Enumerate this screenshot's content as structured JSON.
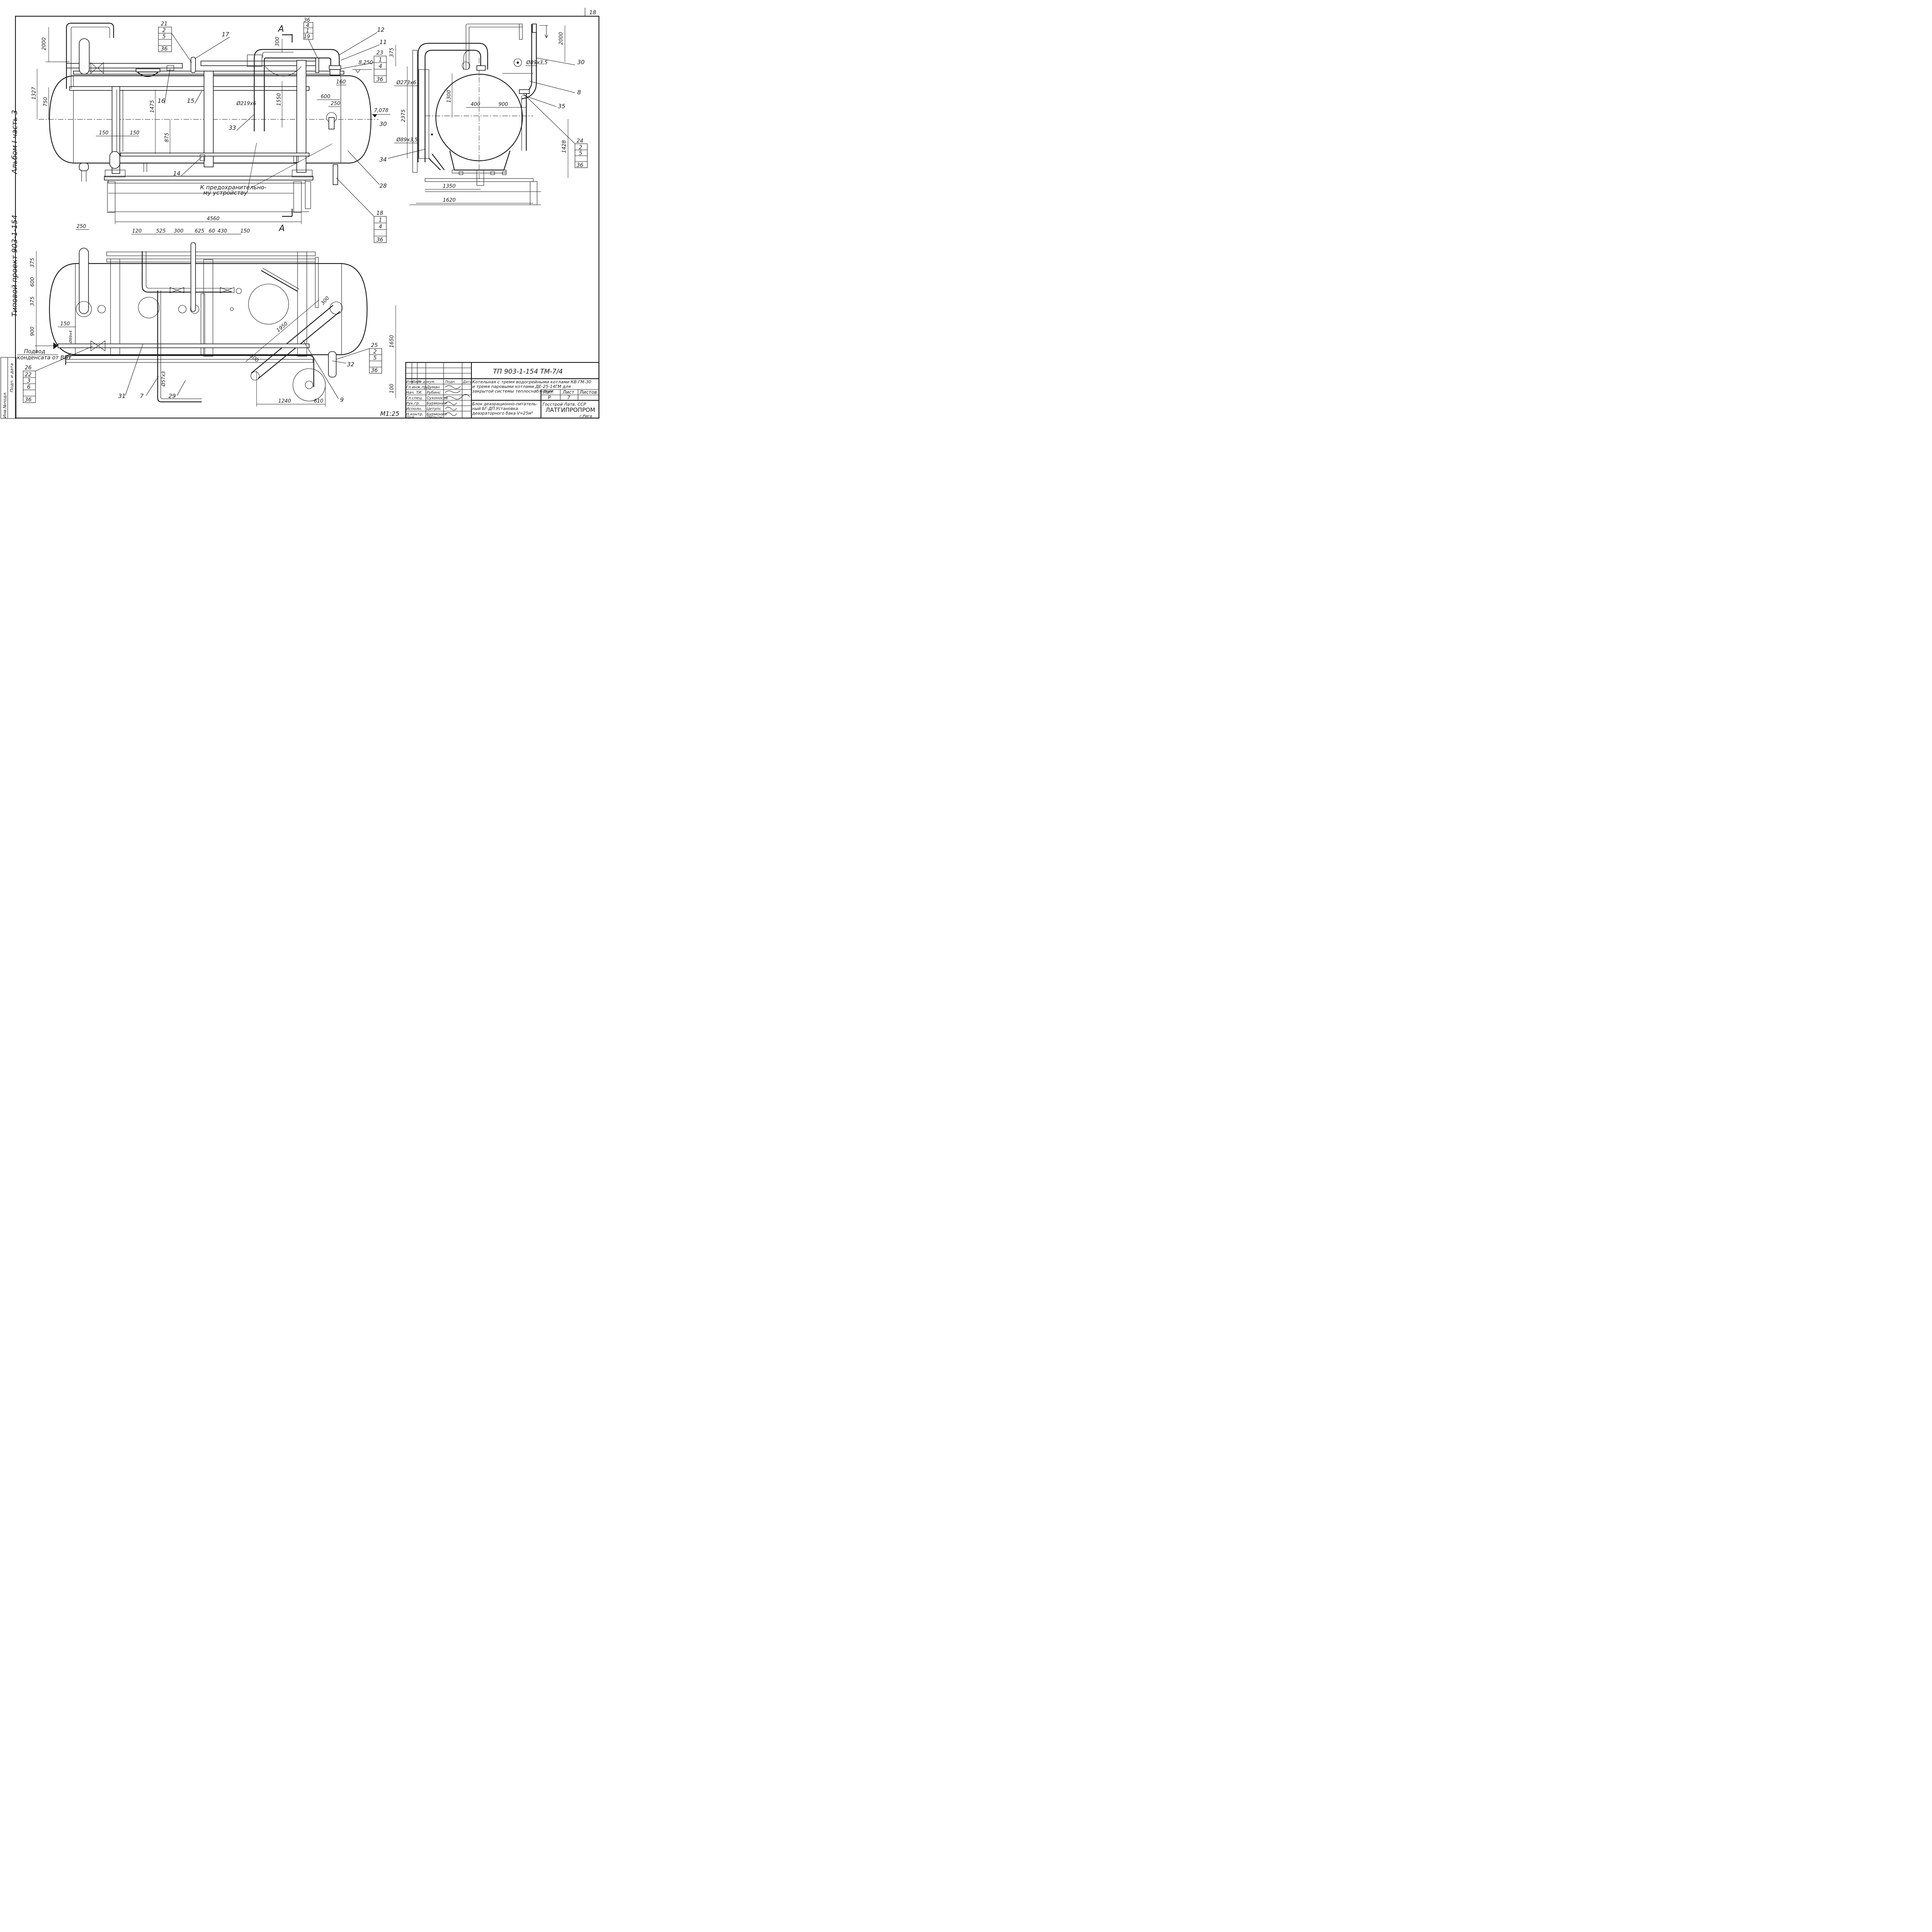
{
  "sheet": {
    "page_number": "18",
    "scale": "M1:25"
  },
  "side_strip": {
    "album": "Альбом I часть 3",
    "project": "Типовой проект 903-1-154"
  },
  "bottom_strip": {
    "items": [
      "Инв.№подл.",
      "Подп. и дата"
    ]
  },
  "front_view": {
    "section_letter_top": "A",
    "section_letter_bottom": "A",
    "callouts": {
      "c21": [
        "21",
        "2",
        "5",
        "36"
      ],
      "c36": [
        "36",
        "4",
        "1",
        "19"
      ],
      "c23": [
        "23",
        "1",
        "4",
        "36"
      ],
      "c18": [
        "18",
        "1",
        "4",
        "36"
      ],
      "n17": "17",
      "n16": "16",
      "n15": "15",
      "n14": "14",
      "n33": "33",
      "n28": "28",
      "n12": "12",
      "n11": "11",
      "n30": "30"
    },
    "dims": {
      "d2000": "2000",
      "d1327": "1327",
      "d750": "750",
      "d1475": "1475",
      "d875": "875",
      "d150a": "150",
      "d150b": "150",
      "d300": "300",
      "d1550": "1550",
      "d600": "600",
      "d250": "250",
      "d160": "160",
      "d4560": "4560",
      "pipe219": "Ø219x6"
    },
    "levels": {
      "l8250": "8,250",
      "l7078": "7,078"
    },
    "note": "К предохранительно-\nму устройству"
  },
  "side_view": {
    "dims": {
      "d375": "375",
      "d2375": "2375",
      "d2000": "2000",
      "d1300": "1300",
      "d400": "400",
      "d900": "900",
      "d1428": "1428",
      "d1350": "1350",
      "d1620": "1620",
      "p273": "Ø273x6",
      "p89a": "Ø89x3,5",
      "p89b": "Ø89x3,5"
    },
    "callouts": {
      "n30": "30",
      "n8": "8",
      "n35": "35",
      "n34": "34",
      "c24": [
        "24",
        "2",
        "5",
        "36"
      ]
    }
  },
  "plan_view": {
    "dims": {
      "d250": "250",
      "d120": "120",
      "d525": "525",
      "d300": "300",
      "d625": "625",
      "d60": "60",
      "d430": "430",
      "d150": "150",
      "d375a": "375",
      "d600": "600",
      "d375b": "375",
      "d900": "900",
      "d150b": "150",
      "d300c": "300",
      "d1950": "1950",
      "d300d": "300",
      "d1650": "1650",
      "d100": "100",
      "d1240": "1240",
      "d610": "610",
      "d57": "Ø57x3",
      "d89x4": "Ø89x4"
    },
    "note": "Подвод\nконденсата от ВПУ",
    "callouts": {
      "c26": [
        "26",
        "22",
        "3",
        "6",
        "36"
      ],
      "c25": [
        "25",
        "2",
        "5",
        "36"
      ],
      "n32": "32",
      "n31": "31",
      "n7": "7",
      "n29": "29",
      "n9": "9"
    }
  },
  "title_block": {
    "code": "ТП    903-1-154  ТМ-7/4",
    "desc": [
      "Котельная с тремя водогрейными котлами КВ-ГМ-30",
      "и тремя паровыми котлами ДЕ-25-14ГМ для",
      "закрытой системы теплоснабжения"
    ],
    "roles": [
      "Изм.",
      "Лист",
      "№ докум.",
      "Подп.",
      "Дата"
    ],
    "people": [
      [
        "Гл.инж.пр.",
        "Думан"
      ],
      [
        "Нач. ТИ.",
        "Рубинс"
      ],
      [
        "Гл.спец.",
        "Сухоносов"
      ],
      [
        "Рук.гр.",
        "Бурмонин"
      ],
      [
        "Исполн.",
        "Цетупс"
      ],
      [
        "Н.контр.",
        "Бурмонин"
      ],
      [
        "Пров.",
        "Двельсон"
      ]
    ],
    "sheet_title": [
      "Блок деаэрационно-питатель-",
      "ный БГ-ДП.Установка",
      "деаэраторного бака V=25м³"
    ],
    "lit_label": "Лит.",
    "list_label": "Лист",
    "listov_label": "Листов",
    "lit_value": "Р",
    "list_value": "7",
    "org": [
      "Госстрой Латв. ССР",
      "ЛАТГИПРОПРОМ",
      "г.Рига"
    ]
  }
}
